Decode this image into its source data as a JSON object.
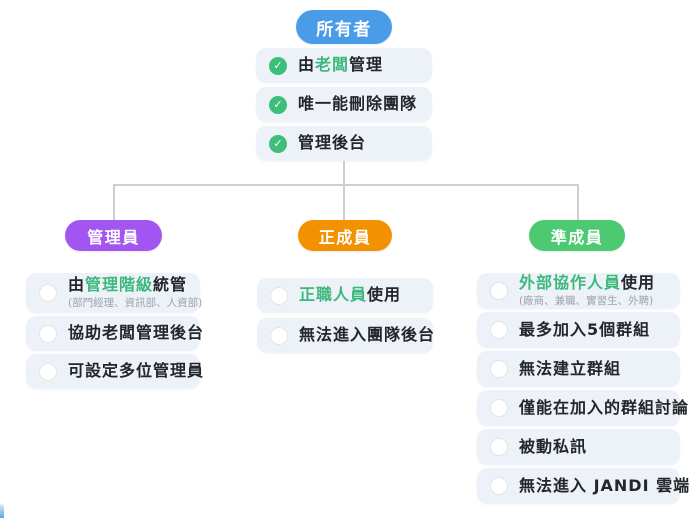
{
  "chart": {
    "owner": {
      "label": "所有者",
      "color": "#4a9be8",
      "items": [
        {
          "prefix": "由",
          "highlight": "老闆",
          "suffix": "管理"
        },
        {
          "prefix": "唯一能刪除團隊"
        },
        {
          "prefix": "管理後台"
        }
      ]
    },
    "branches": [
      {
        "label": "管理員",
        "color": "#a355f2",
        "items": [
          {
            "prefix": "由",
            "highlight": "管理階級",
            "suffix": "統管",
            "note": "(部門經理、資訊部、人資部)"
          },
          {
            "prefix": "協助老闆管理後台"
          },
          {
            "prefix": "可設定多位管理員"
          }
        ]
      },
      {
        "label": "正成員",
        "color": "#f39200",
        "items": [
          {
            "prefix": "",
            "highlight": "正職人員",
            "suffix": "使用"
          },
          {
            "prefix": "無法進入團隊後台"
          }
        ]
      },
      {
        "label": "準成員",
        "color": "#4dc971",
        "items": [
          {
            "prefix": "",
            "highlight": "外部協作人員",
            "suffix": "使用",
            "note": "(廠商、兼職、實習生、外聘)"
          },
          {
            "prefix": "最多加入5個群組"
          },
          {
            "prefix": "無法建立群組"
          },
          {
            "prefix": "僅能在加入的群組討論"
          },
          {
            "prefix": "被動私訊"
          },
          {
            "prefix": "無法進入 JANDI 雲端"
          }
        ]
      }
    ],
    "icons": {
      "check": "✓"
    },
    "colors": {
      "highlight_text": "#3cb87c",
      "check_circle": "#3ebe7b",
      "card_background": "#edf2f8",
      "connector": "#cbcfd3"
    }
  }
}
